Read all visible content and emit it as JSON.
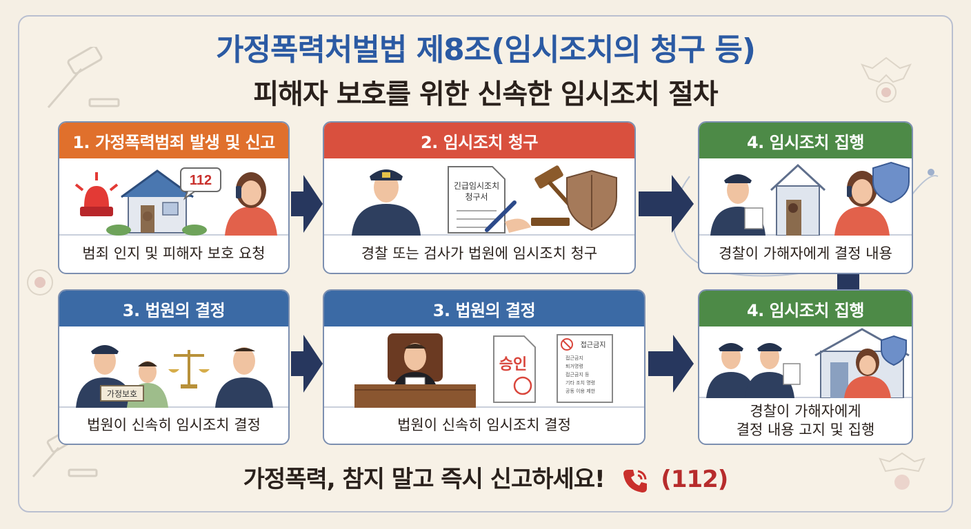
{
  "title": "가정폭력처벌법 제8조(임시조치의 청구 등)",
  "subtitle": "피해자 보호를 위한 신속한 임시조치 절차",
  "steps": [
    {
      "heading": "1. 가정폭력범죄 발생 및 신고",
      "caption": "범죄 인지 및 피해자 보호 요청",
      "color": "#e0702c"
    },
    {
      "heading": "2. 임시조치 청구",
      "caption": "경찰 또는 검사가 법원에 임시조치 청구",
      "color": "#d9503e"
    },
    {
      "heading": "4. 임시조치 집행",
      "caption": "경찰이 가해자에게 결정 내용",
      "color": "#4d8a47"
    },
    {
      "heading": "3. 법원의 결정",
      "caption": "법원이 신속히 임시조치 결정",
      "color": "#3b6aa5"
    },
    {
      "heading": "3. 법원의 결정",
      "caption": "법원이 신속히 임시조치 결정",
      "color": "#3b6aa5"
    },
    {
      "heading": "4. 임시조치 집행",
      "caption": "경찰이 가해자에게\n결정 내용 고지 및 집행",
      "color": "#4d8a47"
    }
  ],
  "illus": {
    "badge_112": "112",
    "doc_label_line1": "긴급임시조치",
    "doc_label_line2": "청구서",
    "sign_label": "가정보호",
    "stamp_label": "승인",
    "notice_header": "접근금지",
    "notice_lines": [
      "접근금지",
      "퇴거명령",
      "접근금지 등",
      "기타 조치 명령",
      "공동 이용 제한"
    ]
  },
  "footer": {
    "text": "가정폭력, 참지 말고 즉시 신고하세요!",
    "number": "(112)"
  },
  "icons": [
    "phone-icon",
    "siren-icon",
    "gavel-icon",
    "shield-icon",
    "scale-icon",
    "arrow-right-icon"
  ],
  "colors": {
    "title_blue": "#2b5aa3",
    "navy_arrow": "#27375e",
    "accent_red": "#b72c2c"
  }
}
